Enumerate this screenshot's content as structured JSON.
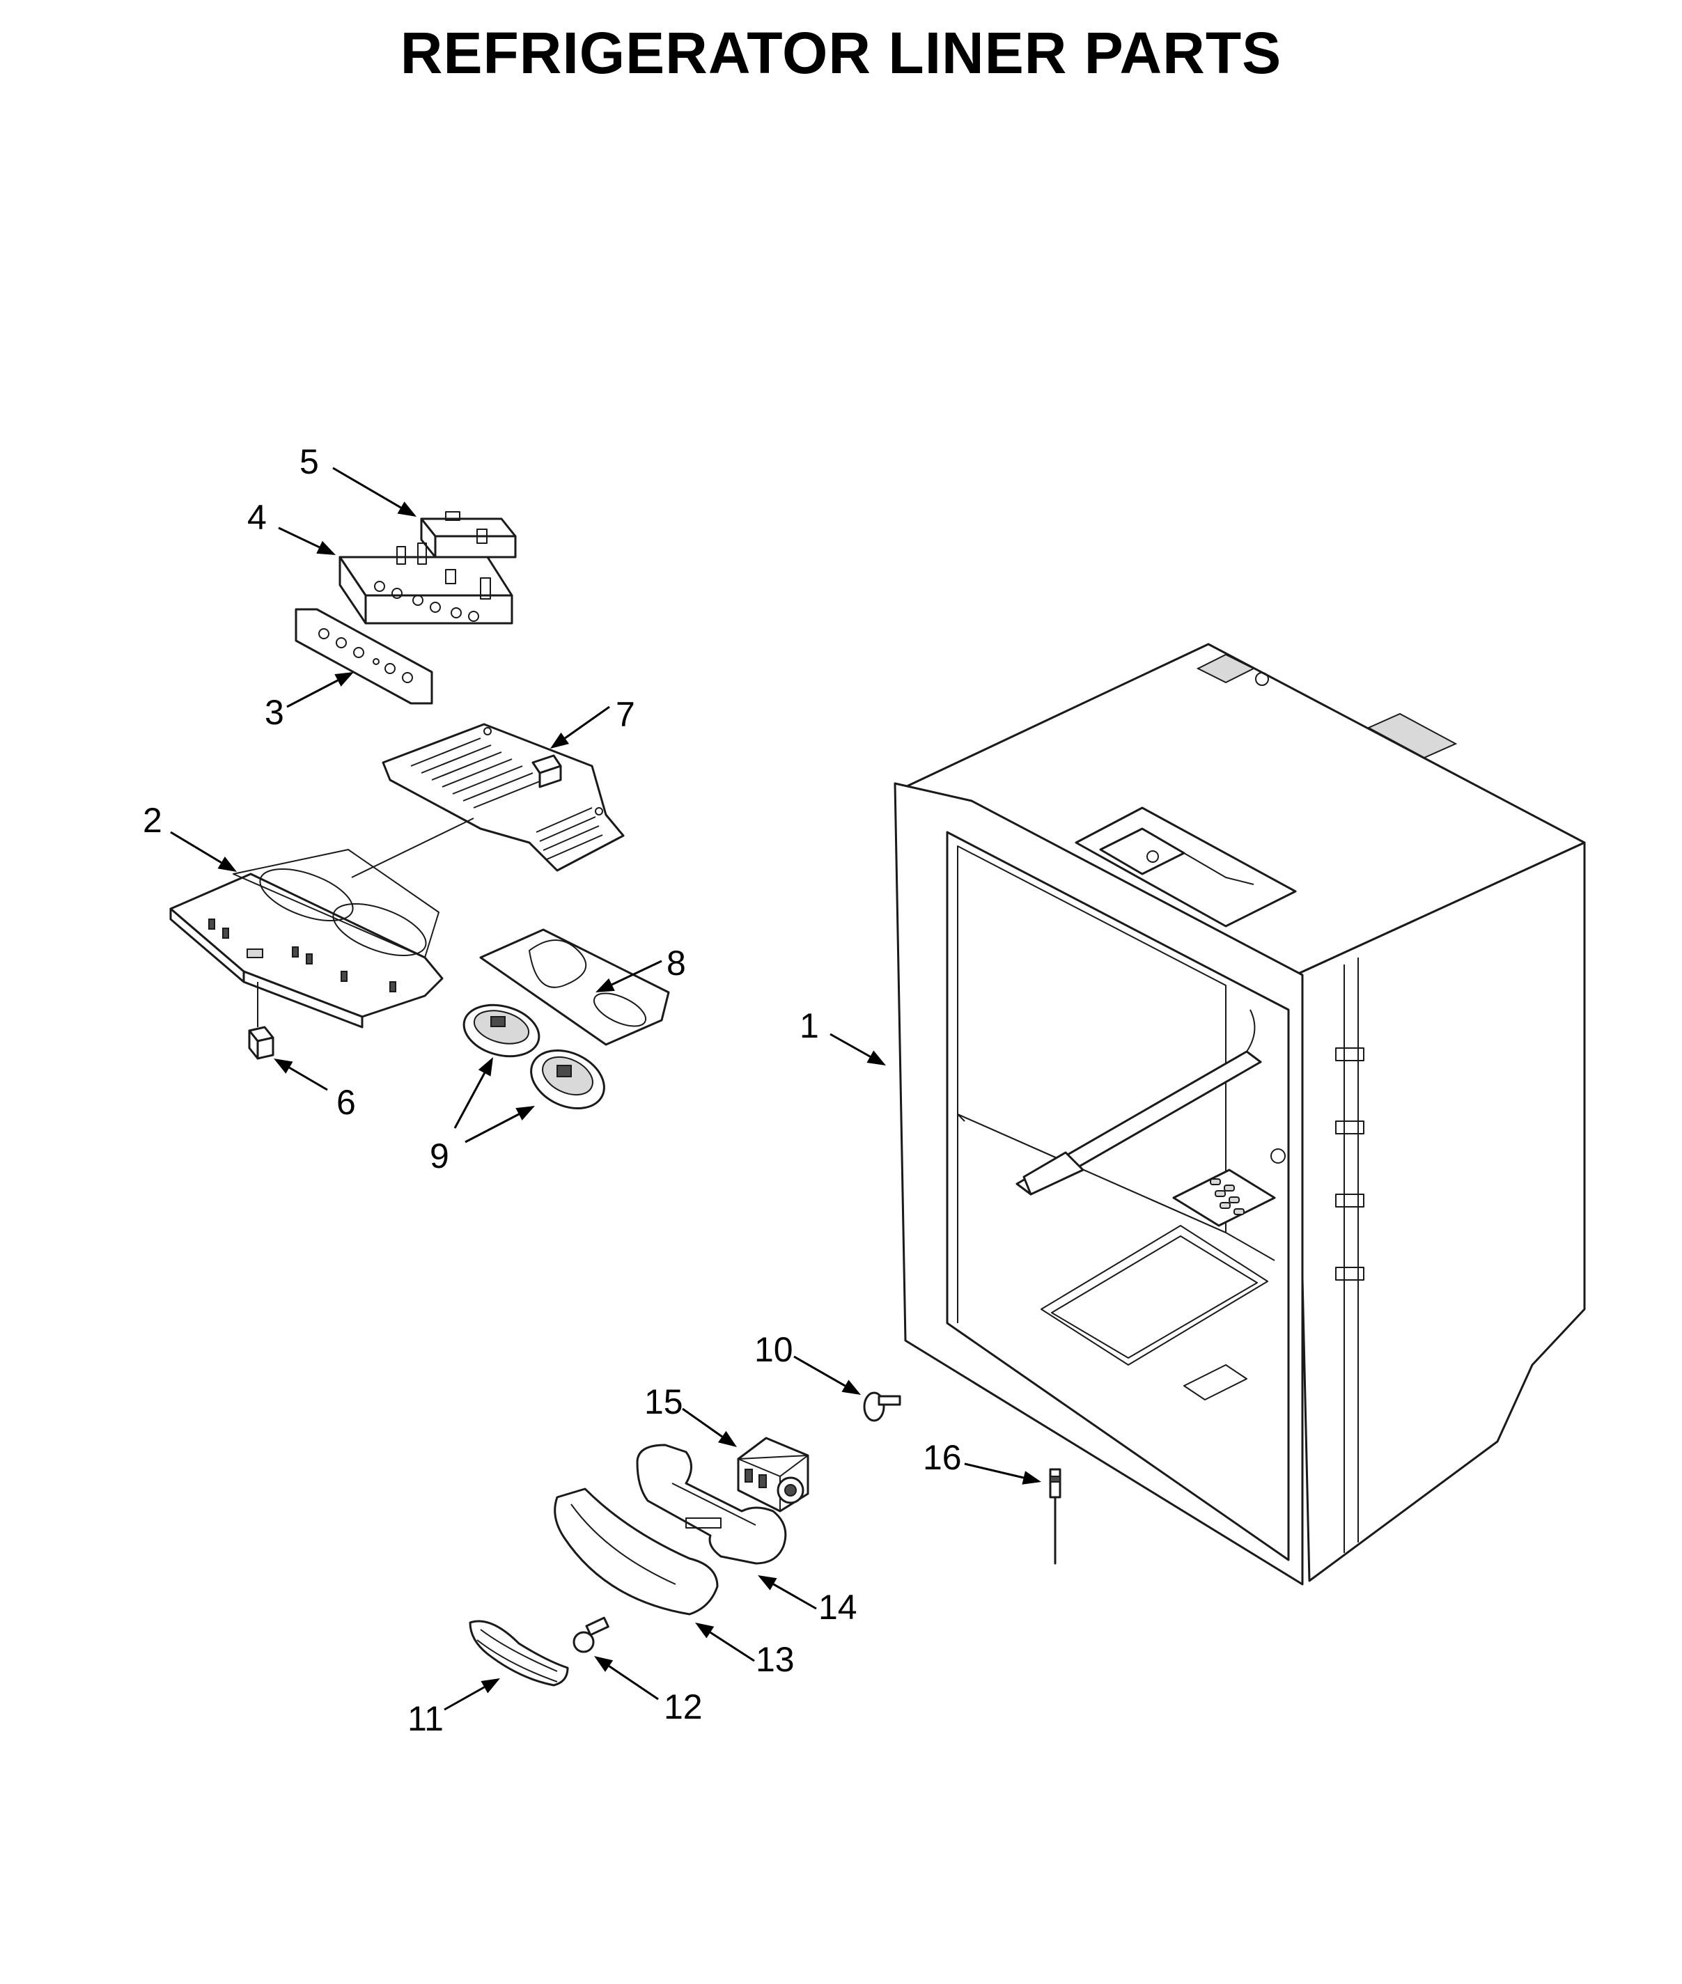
{
  "title": "REFRIGERATOR LINER PARTS",
  "callouts": [
    {
      "id": "1",
      "label": "1"
    },
    {
      "id": "2",
      "label": "2"
    },
    {
      "id": "3",
      "label": "3"
    },
    {
      "id": "4",
      "label": "4"
    },
    {
      "id": "5",
      "label": "5"
    },
    {
      "id": "6",
      "label": "6"
    },
    {
      "id": "7",
      "label": "7"
    },
    {
      "id": "8",
      "label": "8"
    },
    {
      "id": "9",
      "label": "9"
    },
    {
      "id": "10",
      "label": "10"
    },
    {
      "id": "11",
      "label": "11"
    },
    {
      "id": "12",
      "label": "12"
    },
    {
      "id": "13",
      "label": "13"
    },
    {
      "id": "14",
      "label": "14"
    },
    {
      "id": "15",
      "label": "15"
    },
    {
      "id": "16",
      "label": "16"
    }
  ]
}
